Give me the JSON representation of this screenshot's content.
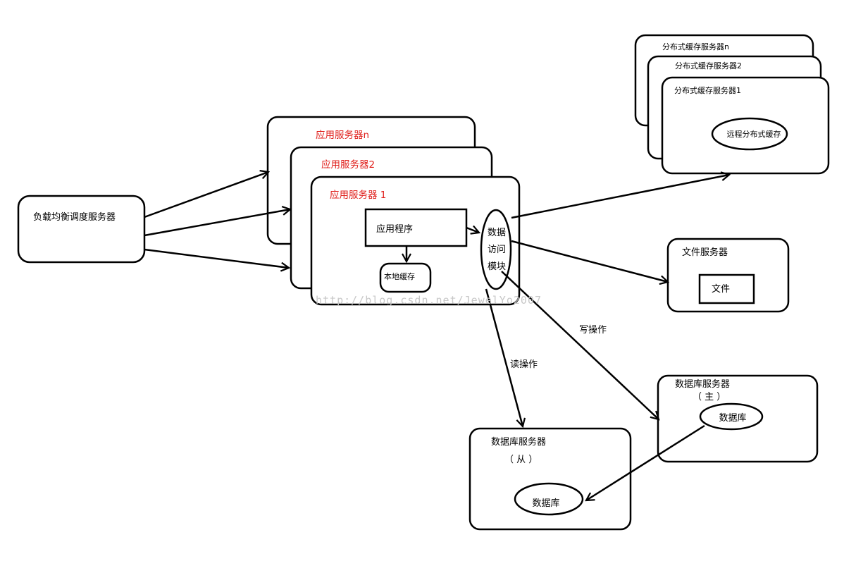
{
  "colors": {
    "stroke": "#000000",
    "app_server_label": "#e0201c",
    "background": "#ffffff",
    "watermark": "#c8c8c8"
  },
  "nodes": {
    "load_balancer": "负载均衡调度服务器",
    "app_server_n": "应用服务器n",
    "app_server_2": "应用服务器2",
    "app_server_1": "应用服务器 1",
    "application": "应用程序",
    "local_cache": "本地缓存",
    "data_access_module": [
      "数据",
      "访问",
      "模块"
    ],
    "cache_server_n": "分布式缓存服务器n",
    "cache_server_2": "分布式缓存服务器2",
    "cache_server_1": "分布式缓存服务器1",
    "remote_cache": "远程分布式缓存",
    "file_server": "文件服务器",
    "file": "文件",
    "db_master_title": "数据库服务器",
    "db_master_role": "（ 主 ）",
    "db_master_db": "数据库",
    "db_slave_title": "数据库服务器",
    "db_slave_role": "（ 从 ）",
    "db_slave_db": "数据库"
  },
  "edges": {
    "write_op": "写操作",
    "read_op": "读操作"
  },
  "watermark": "http://blog.csdn.net/JewelYo2007"
}
